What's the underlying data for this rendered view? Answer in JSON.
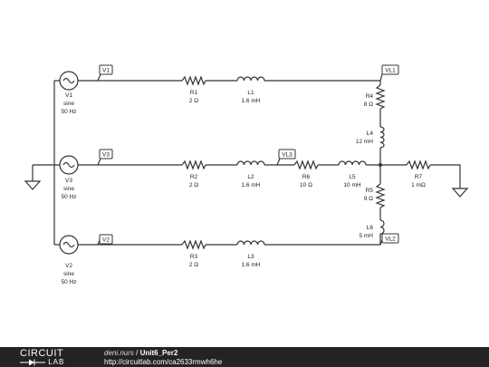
{
  "sources": [
    {
      "name": "V1",
      "type": "sine",
      "freq": "50 Hz"
    },
    {
      "name": "V3",
      "type": "sine",
      "freq": "50 Hz"
    },
    {
      "name": "V2",
      "type": "sine",
      "freq": "50 Hz"
    }
  ],
  "probes": {
    "v1": "V1",
    "v3": "V3",
    "v2": "V2",
    "vl1": "VL1",
    "vl3": "VL3",
    "vl2": "VL2"
  },
  "resistors": {
    "r1": {
      "name": "R1",
      "value": "2 Ω"
    },
    "r2": {
      "name": "R2",
      "value": "2 Ω"
    },
    "r3": {
      "name": "R3",
      "value": "2 Ω"
    },
    "r4": {
      "name": "R4",
      "value": "8 Ω"
    },
    "r5": {
      "name": "R5",
      "value": "9 Ω"
    },
    "r6": {
      "name": "R6",
      "value": "10 Ω"
    },
    "r7": {
      "name": "R7",
      "value": "1 mΩ"
    }
  },
  "inductors": {
    "l1": {
      "name": "L1",
      "value": "1.6 mH"
    },
    "l2": {
      "name": "L2",
      "value": "1.6 mH"
    },
    "l3": {
      "name": "L3",
      "value": "1.6 mH"
    },
    "l4": {
      "name": "L4",
      "value": "12 mH"
    },
    "l5": {
      "name": "L5",
      "value": "10 mH"
    },
    "l6": {
      "name": "L6",
      "value": "5 mH"
    }
  },
  "footer": {
    "logo_top": "CIRCUIT",
    "logo_bottom": "LAB",
    "user": "deni.nurs",
    "separator": " / ",
    "title": "Unit6_Per2",
    "url": "http://circuitlab.com/ca2633rmwh6he"
  }
}
